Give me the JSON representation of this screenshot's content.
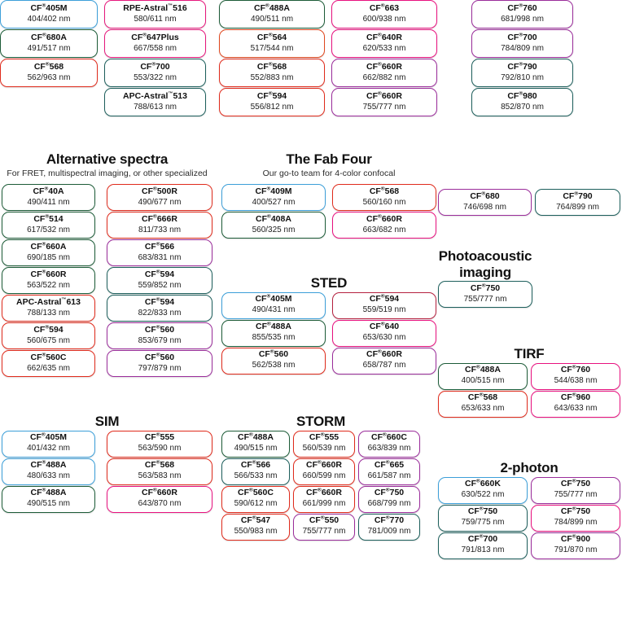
{
  "page": {
    "background": "#ffffff",
    "border_colors": {
      "blue": "#3c9fd9",
      "green": "#1d5c38",
      "teal": "#1d5f5c",
      "red": "#e02b1c",
      "orange_red": "#e0481f",
      "magenta": "#e8117f",
      "pink": "#e6187c",
      "purple": "#8e2a8e",
      "violet": "#9b2d9b"
    }
  },
  "top_band": {
    "columns": [
      {
        "chips": [
          {
            "name": "CF",
            "reg": "®",
            "code": "405M",
            "spec": "404/402 nm",
            "color": "#3c9fd9"
          },
          {
            "name": "CF",
            "reg": "®",
            "code": "680A",
            "spec": "491/517 nm",
            "color": "#1d5c38"
          },
          {
            "name": "CF",
            "reg": "®",
            "code": "568",
            "spec": "562/963 nm",
            "color": "#e02b1c"
          }
        ]
      },
      {
        "chips": [
          {
            "name": "RPE-Astral",
            "tm": "™",
            "code": "516",
            "spec": "580/611 nm",
            "color": "#e6187c"
          },
          {
            "name": "CF",
            "reg": "®",
            "code": "647Plus",
            "spec": "667/558 nm",
            "color": "#e6187c"
          },
          {
            "name": "CF",
            "reg": "®",
            "code": "700",
            "spec": "553/322 nm",
            "color": "#1d5f5c"
          },
          {
            "name": "APC-Astral",
            "tm": "™",
            "code": "513",
            "spec": "788/613 nm",
            "color": "#1d5f5c"
          }
        ]
      },
      {
        "chips": [
          {
            "name": "CF",
            "reg": "®",
            "code": "488A",
            "spec": "490/511 nm",
            "color": "#1d5c38"
          },
          {
            "name": "CF",
            "reg": "®",
            "code": "564",
            "spec": "517/544 nm",
            "color": "#e0481f"
          },
          {
            "name": "CF",
            "reg": "®",
            "code": "568",
            "spec": "552/883 nm",
            "color": "#e02b1c"
          },
          {
            "name": "CF",
            "reg": "®",
            "code": "594",
            "spec": "556/812 nm",
            "color": "#e02b1c"
          }
        ]
      },
      {
        "chips": [
          {
            "name": "CF",
            "reg": "®",
            "code": "663",
            "spec": "600/938 nm",
            "color": "#e8117f"
          },
          {
            "name": "CF",
            "reg": "®",
            "code": "640R",
            "spec": "620/533 nm",
            "color": "#e8117f"
          },
          {
            "name": "CF",
            "reg": "®",
            "code": "660R",
            "spec": "662/882 nm",
            "color": "#9b2d9b"
          },
          {
            "name": "CF",
            "reg": "®",
            "code": "660R",
            "spec": "755/777 nm",
            "color": "#9b2d9b"
          }
        ]
      },
      {
        "chips": [
          {
            "name": "CF",
            "reg": "®",
            "code": "760",
            "spec": "681/998 nm",
            "color": "#9b2d9b"
          },
          {
            "name": "CF",
            "reg": "®",
            "code": "700",
            "spec": "784/809 nm",
            "color": "#9b2d9b"
          },
          {
            "name": "CF",
            "reg": "®",
            "code": "790",
            "spec": "792/810 nm",
            "color": "#1d5f5c"
          },
          {
            "name": "CF",
            "reg": "®",
            "code": "980",
            "spec": "852/870 nm",
            "color": "#1d5f5c"
          }
        ]
      }
    ]
  },
  "alternative_spectra": {
    "title": "Alternative spectra",
    "subtitle": "For FRET, multispectral imaging, or other specialized",
    "columns": [
      {
        "chips": [
          {
            "name": "CF",
            "reg": "®",
            "code": "40A",
            "spec": "490/411 nm",
            "color": "#1d5c38"
          },
          {
            "name": "CF",
            "reg": "®",
            "code": "514",
            "spec": "617/532 nm",
            "color": "#1d5c38"
          },
          {
            "name": "CF",
            "reg": "®",
            "code": "660A",
            "spec": "690/185 nm",
            "color": "#1d5c38"
          },
          {
            "name": "CF",
            "reg": "®",
            "code": "660R",
            "spec": "563/522 nm",
            "color": "#1d5c38"
          },
          {
            "name": "APC-Astral",
            "tm": "™",
            "code": "613",
            "spec": "788/133 nm",
            "color": "#e02b1c"
          },
          {
            "name": "CF",
            "reg": "®",
            "code": "594",
            "spec": "560/675 nm",
            "color": "#e02b1c"
          },
          {
            "name": "CF",
            "reg": "®",
            "code": "560C",
            "spec": "662/635 nm",
            "color": "#e02b1c"
          }
        ]
      },
      {
        "chips": [
          {
            "name": "CF",
            "reg": "®",
            "code": "500R",
            "spec": "490/677 nm",
            "color": "#e02b1c"
          },
          {
            "name": "CF",
            "reg": "®",
            "code": "666R",
            "spec": "811/733 nm",
            "color": "#e02b1c"
          },
          {
            "name": "CF",
            "reg": "®",
            "code": "566",
            "spec": "683/831 nm",
            "color": "#9b2d9b"
          },
          {
            "name": "CF",
            "reg": "®",
            "code": "594",
            "spec": "559/852 nm",
            "color": "#1d5f5c"
          },
          {
            "name": "CF",
            "reg": "®",
            "code": "594",
            "spec": "822/833 nm",
            "color": "#1d5f5c"
          },
          {
            "name": "CF",
            "reg": "®",
            "code": "560",
            "spec": "853/679 nm",
            "color": "#9b2d9b"
          },
          {
            "name": "CF",
            "reg": "®",
            "code": "560",
            "spec": "797/879 nm",
            "color": "#9b2d9b"
          }
        ]
      }
    ]
  },
  "fab_four": {
    "title": "The Fab Four",
    "subtitle": "Our go-to team for 4-color confocal",
    "columns": [
      {
        "chips": [
          {
            "name": "CF",
            "reg": "®",
            "code": "409M",
            "spec": "400/527 nm",
            "color": "#3c9fd9"
          },
          {
            "name": "CF",
            "reg": "®",
            "code": "408A",
            "spec": "560/325 nm",
            "color": "#1d5c38"
          }
        ]
      },
      {
        "chips": [
          {
            "name": "CF",
            "reg": "®",
            "code": "568",
            "spec": "560/160 nm",
            "color": "#e02b1c"
          },
          {
            "name": "CF",
            "reg": "®",
            "code": "660R",
            "spec": "663/682 nm",
            "color": "#e8117f"
          }
        ]
      }
    ]
  },
  "sted": {
    "title": "STED",
    "subtitle": "",
    "columns": [
      {
        "chips": [
          {
            "name": "CF",
            "reg": "®",
            "code": "405M",
            "spec": "490/431 nm",
            "color": "#3c9fd9"
          },
          {
            "name": "CF",
            "reg": "®",
            "code": "488A",
            "spec": "855/535 nm",
            "color": "#1d5c38"
          },
          {
            "name": "CF",
            "reg": "®",
            "code": "560",
            "spec": "562/538 nm",
            "color": "#e02b1c"
          }
        ]
      },
      {
        "chips": [
          {
            "name": "CF",
            "reg": "®",
            "code": "594",
            "spec": "559/519 nm",
            "color": "#b5213f"
          },
          {
            "name": "CF",
            "reg": "®",
            "code": "640",
            "spec": "653/630 nm",
            "color": "#e8117f"
          },
          {
            "name": "CF",
            "reg": "®",
            "code": "660R",
            "spec": "658/787 nm",
            "color": "#9b2d9b"
          }
        ]
      }
    ]
  },
  "sim": {
    "title": "SIM",
    "subtitle": "",
    "columns": [
      {
        "chips": [
          {
            "name": "CF",
            "reg": "®",
            "code": "405M",
            "spec": "401/432 nm",
            "color": "#3c9fd9"
          },
          {
            "name": "CF",
            "reg": "®",
            "code": "488A",
            "spec": "480/633 nm",
            "color": "#3c9fd9"
          },
          {
            "name": "CF",
            "reg": "®",
            "code": "488A",
            "spec": "490/515 nm",
            "color": "#1d5c38"
          }
        ]
      },
      {
        "chips": [
          {
            "name": "CF",
            "reg": "®",
            "code": "555",
            "spec": "563/590 nm",
            "color": "#e02b1c"
          },
          {
            "name": "CF",
            "reg": "®",
            "code": "568",
            "spec": "563/583 nm",
            "color": "#e02b1c"
          },
          {
            "name": "CF",
            "reg": "®",
            "code": "660R",
            "spec": "643/870 nm",
            "color": "#e8117f"
          }
        ]
      }
    ]
  },
  "storm": {
    "title": "STORM",
    "subtitle": "",
    "columns": [
      {
        "chips": [
          {
            "name": "CF",
            "reg": "®",
            "code": "488A",
            "spec": "490/515 nm",
            "color": "#1d5c38"
          },
          {
            "name": "CF",
            "reg": "®",
            "code": "566",
            "spec": "566/533 nm",
            "color": "#1d5f5c"
          },
          {
            "name": "CF",
            "reg": "®",
            "code": "560C",
            "spec": "590/612 nm",
            "color": "#e02b1c"
          },
          {
            "name": "CF",
            "reg": "®",
            "code": "547",
            "spec": "550/983 nm",
            "color": "#e02b1c"
          }
        ]
      },
      {
        "chips": [
          {
            "name": "CF",
            "reg": "®",
            "code": "555",
            "spec": "560/539 nm",
            "color": "#e02b1c"
          },
          {
            "name": "CF",
            "reg": "®",
            "code": "660R",
            "spec": "660/599 nm",
            "color": "#e02b1c"
          },
          {
            "name": "CF",
            "reg": "®",
            "code": "660R",
            "spec": "661/999 nm",
            "color": "#e02b1c"
          },
          {
            "name": "CF",
            "reg": "®",
            "code": "550",
            "spec": "755/777 nm",
            "color": "#9b2d9b"
          }
        ]
      },
      {
        "chips": [
          {
            "name": "CF",
            "reg": "®",
            "code": "660C",
            "spec": "663/839 nm",
            "color": "#9b2d9b"
          },
          {
            "name": "CF",
            "reg": "®",
            "code": "665",
            "spec": "661/587 nm",
            "color": "#9b2d9b"
          },
          {
            "name": "CF",
            "reg": "®",
            "code": "750",
            "spec": "668/799 nm",
            "color": "#9b2d9b"
          },
          {
            "name": "CF",
            "reg": "®",
            "code": "770",
            "spec": "781/009 nm",
            "color": "#1d5f5c"
          }
        ]
      }
    ]
  },
  "nir_band": {
    "columns": [
      {
        "chips": [
          {
            "name": "CF",
            "reg": "®",
            "code": "680",
            "spec": "746/698 nm",
            "color": "#9b2d9b"
          }
        ]
      },
      {
        "chips": [
          {
            "name": "CF",
            "reg": "®",
            "code": "790",
            "spec": "764/899 nm",
            "color": "#1d5f5c"
          }
        ]
      }
    ]
  },
  "photoacoustic": {
    "title": "Photoacoustic\nimaging",
    "subtitle": "",
    "columns": [
      {
        "chips": [
          {
            "name": "CF",
            "reg": "®",
            "code": "750",
            "spec": "755/777 nm",
            "color": "#1d5f5c"
          }
        ]
      }
    ]
  },
  "tirf": {
    "title": "TIRF",
    "subtitle": "",
    "columns": [
      {
        "chips": [
          {
            "name": "CF",
            "reg": "®",
            "code": "488A",
            "spec": "400/515 nm",
            "color": "#1d5c38"
          },
          {
            "name": "CF",
            "reg": "®",
            "code": "568",
            "spec": "653/633 nm",
            "color": "#e02b1c"
          }
        ]
      },
      {
        "chips": [
          {
            "name": "CF",
            "reg": "®",
            "code": "760",
            "spec": "544/638 nm",
            "color": "#e8117f"
          },
          {
            "name": "CF",
            "reg": "®",
            "code": "960",
            "spec": "643/633 nm",
            "color": "#e8117f"
          }
        ]
      }
    ]
  },
  "two_photon": {
    "title": "2-photon",
    "subtitle": "",
    "columns": [
      {
        "chips": [
          {
            "name": "CF",
            "reg": "®",
            "code": "660K",
            "spec": "630/522 nm",
            "color": "#3c9fd9"
          },
          {
            "name": "CF",
            "reg": "®",
            "code": "750",
            "spec": "759/775 nm",
            "color": "#1d5f5c"
          },
          {
            "name": "CF",
            "reg": "®",
            "code": "700",
            "spec": "791/813 nm",
            "color": "#1d5f5c"
          }
        ]
      },
      {
        "chips": [
          {
            "name": "CF",
            "reg": "®",
            "code": "750",
            "spec": "755/777 nm",
            "color": "#9b2d9b"
          },
          {
            "name": "CF",
            "reg": "®",
            "code": "750",
            "spec": "784/899 nm",
            "color": "#e8117f"
          },
          {
            "name": "CF",
            "reg": "®",
            "code": "900",
            "spec": "791/870 nm",
            "color": "#9b2d9b"
          }
        ]
      }
    ]
  }
}
